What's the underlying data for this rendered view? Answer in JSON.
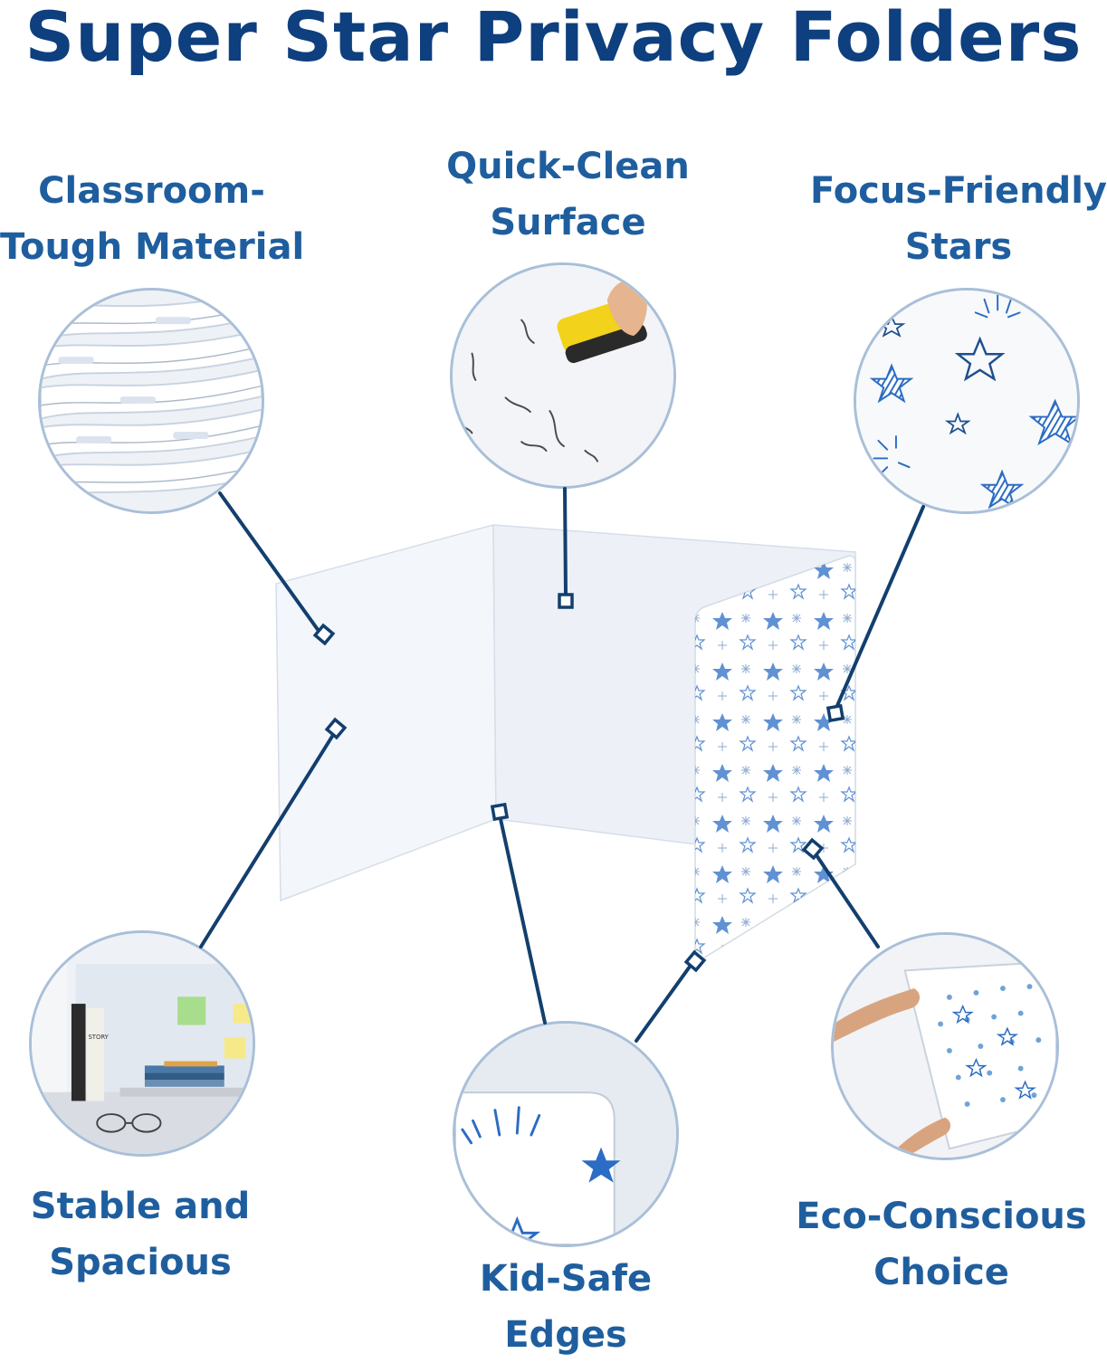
{
  "title": "Super Star Privacy Folders",
  "features": {
    "material": {
      "line1": "Classroom-",
      "line2": "Tough Material"
    },
    "clean": {
      "line1": "Quick-Clean",
      "line2": "Surface"
    },
    "stars": {
      "line1": "Focus-Friendly",
      "line2": "Stars"
    },
    "stable": {
      "line1": "Stable and",
      "line2": "Spacious"
    },
    "edges": {
      "line1": "Kid-Safe",
      "line2": "Edges"
    },
    "eco": {
      "line1": "Eco-Conscious",
      "line2": "Choice"
    }
  },
  "book_spine_text": "STORY",
  "colors": {
    "title": "#0e3f7e",
    "label": "#1f5e9e",
    "connector": "#123f6e",
    "star": "#2b6cc4",
    "circle_border": "#a9bfd8"
  }
}
